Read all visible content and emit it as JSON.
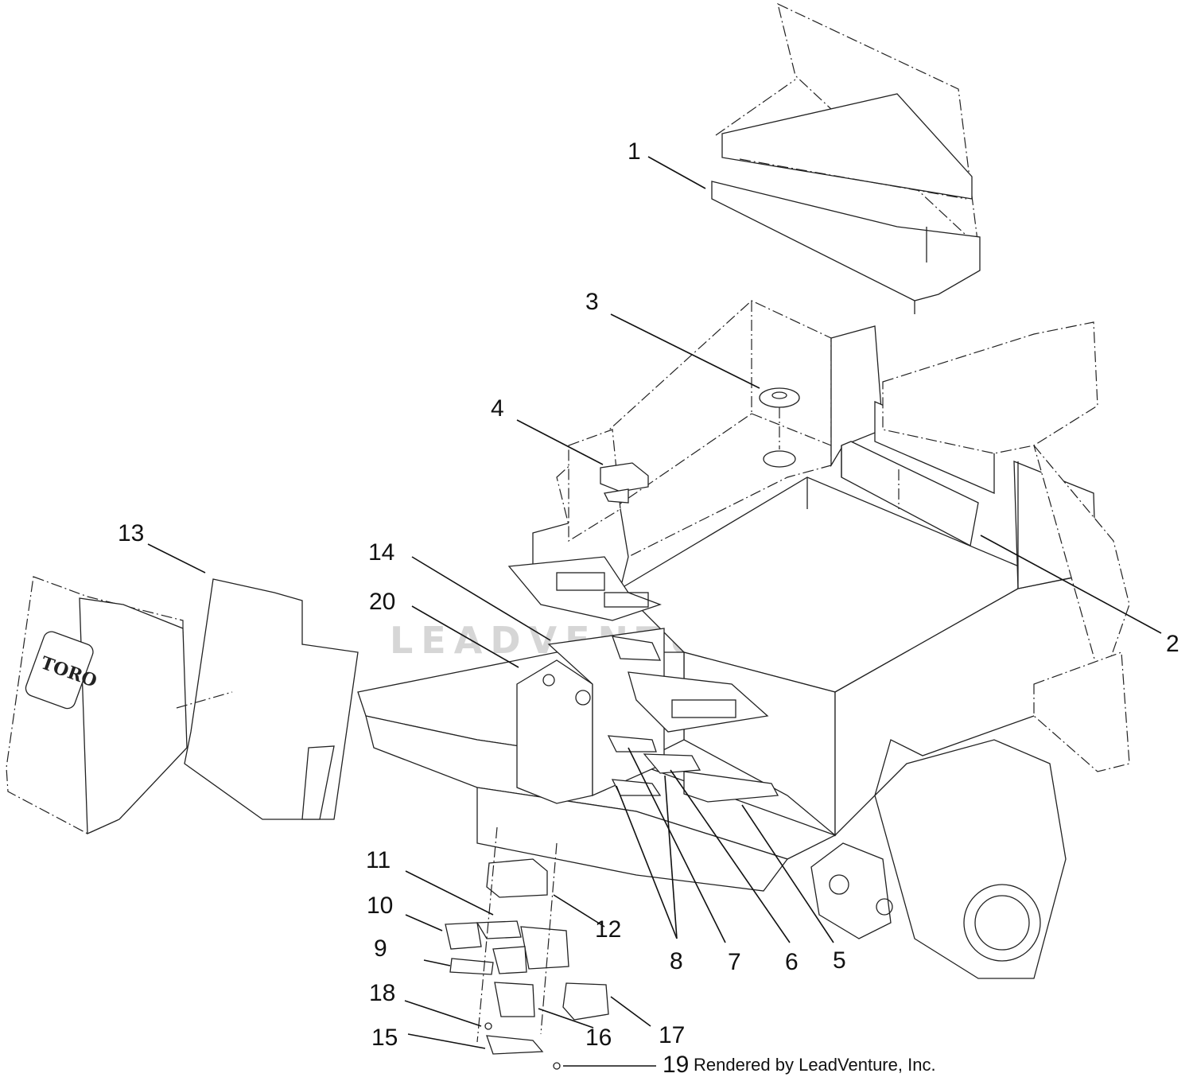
{
  "diagram": {
    "decal_text": "TORO",
    "watermark": "LEADVENTURE",
    "credit": "Rendered by LeadVenture, Inc.",
    "callouts": {
      "c1": "1",
      "c2": "2",
      "c3": "3",
      "c4": "4",
      "c5": "5",
      "c6": "6",
      "c7": "7",
      "c8": "8",
      "c9": "9",
      "c10": "10",
      "c11": "11",
      "c12": "12",
      "c13": "13",
      "c14": "14",
      "c15": "15",
      "c16": "16",
      "c17": "17",
      "c18": "18",
      "c19": "19",
      "c20": "20"
    }
  }
}
